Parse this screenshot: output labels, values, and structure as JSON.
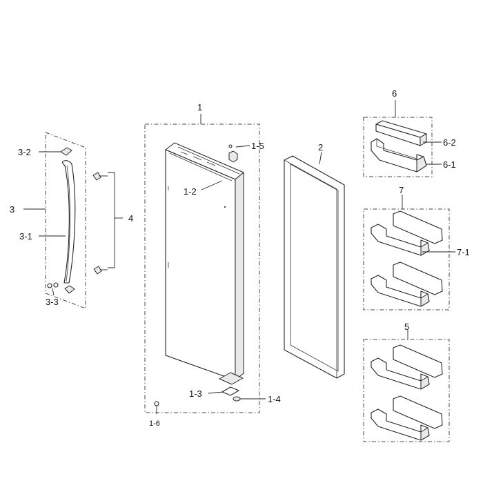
{
  "labels": {
    "l1": "1",
    "l1_2": "1-2",
    "l1_3": "1-3",
    "l1_4": "1-4",
    "l1_5": "1-5",
    "l1_6": "1-6",
    "l2": "2",
    "l3": "3",
    "l3_1": "3-1",
    "l3_2": "3-2",
    "l3_3": "3-3",
    "l4": "4",
    "l5": "5",
    "l6": "6",
    "l6_1": "6-1",
    "l6_2": "6-2",
    "l7": "7",
    "l7_1": "7-1"
  }
}
